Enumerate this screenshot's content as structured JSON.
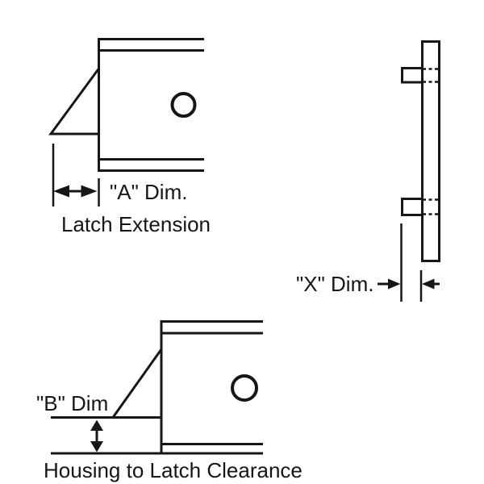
{
  "canvas": {
    "background": "#ffffff",
    "ink": "#161616"
  },
  "figures": {
    "latch_extension": {
      "dim_label": "\"A\" Dim.",
      "caption": "Latch Extension"
    },
    "x_dimension": {
      "dim_label": "\"X\" Dim."
    },
    "housing_clearance": {
      "dim_label": "\"B\" Dim",
      "caption": "Housing to Latch Clearance"
    }
  }
}
